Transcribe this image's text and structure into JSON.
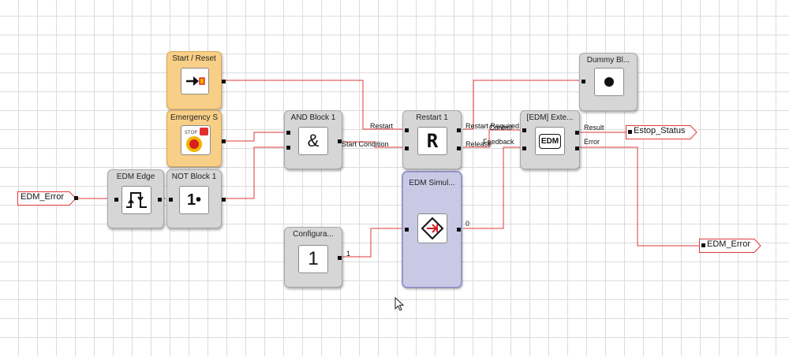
{
  "tags": {
    "edm_error_in": "EDM_Error",
    "estop_status": "Estop_Status",
    "edm_error_out": "EDM_Error"
  },
  "blocks": {
    "start_reset": {
      "title": "Start / Reset",
      "icon": "start-reset-icon"
    },
    "emergency_stop": {
      "title": "Emergency S",
      "icon": "emergency-stop-icon",
      "icon_text": "STOP"
    },
    "edm_edge": {
      "title": "EDM Edge",
      "icon": "edge-detect-icon"
    },
    "not_block": {
      "title": "NOT Block 1",
      "icon": "not-gate-icon",
      "icon_text": "1•"
    },
    "and_block": {
      "title": "AND Block 1",
      "icon": "and-gate-icon",
      "icon_text": "&",
      "port_out": "Start Condition"
    },
    "configuration": {
      "title": "Configura...",
      "icon": "constant-icon",
      "icon_text": "1",
      "port_out": "1"
    },
    "restart": {
      "title": "Restart 1",
      "icon": "restart-icon",
      "icon_text": "R",
      "port_in_1": "Restart",
      "port_in_2": "Start Condition",
      "port_out_1": "Restart Required",
      "port_out_2": "Release"
    },
    "edm_simulation": {
      "title": "EDM Simul...",
      "icon": "simulation-icon",
      "port_out": "0"
    },
    "edm_external": {
      "title": "[EDM] Exte...",
      "icon": "edm-icon",
      "icon_text": "EDM",
      "port_in_1": "Control",
      "port_in_2": "Feedback",
      "port_out_1": "Result",
      "port_out_2": "Error"
    },
    "dummy_block": {
      "title": "Dummy Bl...",
      "icon": "dot-icon"
    }
  },
  "colors": {
    "wire": "#e03a3a",
    "block_gray": "#d6d6d6",
    "block_orange": "#f8cf86",
    "block_purple": "#c9c9e6"
  }
}
